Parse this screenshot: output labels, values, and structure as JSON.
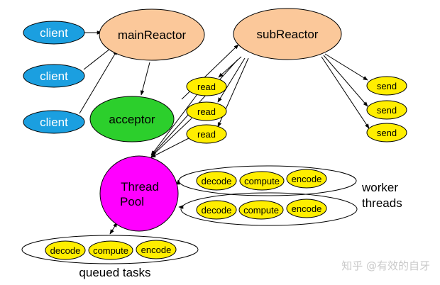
{
  "colors": {
    "client": "#1b9fe0",
    "reactor": "#fbc89a",
    "acceptor": "#2ccf2c",
    "small_node": "#ffee00",
    "thread_pool": "#ff00ff",
    "stroke": "#000000",
    "watermark": "#c9c9c9"
  },
  "nodes": {
    "clients": [
      "client",
      "client",
      "client"
    ],
    "main_reactor": "mainReactor",
    "sub_reactor": "subReactor",
    "acceptor": "acceptor",
    "reads": [
      "read",
      "read",
      "read"
    ],
    "sends": [
      "send",
      "send",
      "send"
    ],
    "thread_pool": [
      "Thread",
      "Pool"
    ]
  },
  "groups": {
    "worker_row1": [
      "decode",
      "compute",
      "encode"
    ],
    "worker_row2": [
      "decode",
      "compute",
      "encode"
    ],
    "queued_row": [
      "decode",
      "compute",
      "encode"
    ],
    "worker_label": [
      "worker",
      "threads"
    ],
    "queued_label": "queued tasks"
  },
  "watermark": "知乎 @有效的自牙"
}
